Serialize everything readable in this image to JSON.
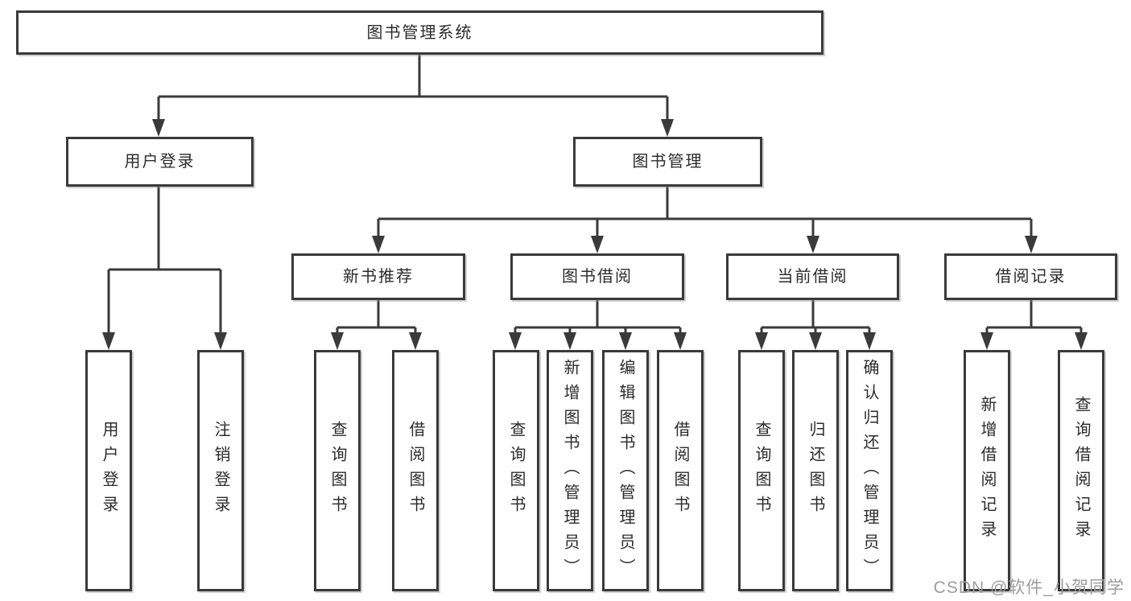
{
  "diagram": {
    "root": "图书管理系统",
    "level2": {
      "user_login": "用户登录",
      "book_mgmt": "图书管理"
    },
    "level3": {
      "new_book_rec": "新书推荐",
      "book_borrow": "图书借阅",
      "current_borrow": "当前借阅",
      "borrow_record": "借阅记录"
    },
    "leaves": {
      "login": "用户登录",
      "logout": "注销登录",
      "rec_query_book": "查询图书",
      "rec_borrow_book": "借阅图书",
      "bb_query_book": "查询图书",
      "bb_add_book": "新增图书（管理员）",
      "bb_edit_book": "编辑图书（管理员）",
      "bb_borrow_book": "借阅图书",
      "cur_query_book": "查询图书",
      "cur_return_book": "归还图书",
      "cur_confirm_return": "确认归还（管理员）",
      "rr_add_record": "新增借阅记录",
      "rr_query_record": "查询借阅记录"
    }
  },
  "watermark": "CSDN @软件_小贺同学",
  "colors": {
    "line": "#3a3a3a",
    "node_border": "#3a3a3a",
    "node_bg": "#ffffff",
    "text": "#2b2b2b",
    "watermark": "#9c9c9c",
    "background": "#ffffff"
  }
}
